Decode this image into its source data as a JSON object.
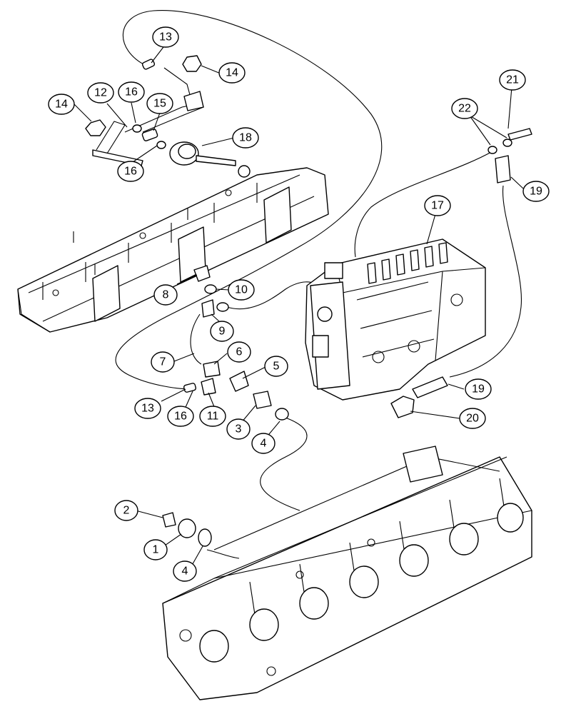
{
  "diagram": {
    "callouts": [
      {
        "id": "c-13-top",
        "label": "13"
      },
      {
        "id": "c-14-top-right",
        "label": "14"
      },
      {
        "id": "c-14-left",
        "label": "14"
      },
      {
        "id": "c-12",
        "label": "12"
      },
      {
        "id": "c-16-upper",
        "label": "16"
      },
      {
        "id": "c-15",
        "label": "15"
      },
      {
        "id": "c-18",
        "label": "18"
      },
      {
        "id": "c-16-mid",
        "label": "16"
      },
      {
        "id": "c-21",
        "label": "21"
      },
      {
        "id": "c-22",
        "label": "22"
      },
      {
        "id": "c-19-upper",
        "label": "19"
      },
      {
        "id": "c-17",
        "label": "17"
      },
      {
        "id": "c-8",
        "label": "8"
      },
      {
        "id": "c-10",
        "label": "10"
      },
      {
        "id": "c-9",
        "label": "9"
      },
      {
        "id": "c-7",
        "label": "7"
      },
      {
        "id": "c-6",
        "label": "6"
      },
      {
        "id": "c-5",
        "label": "5"
      },
      {
        "id": "c-13-lower",
        "label": "13"
      },
      {
        "id": "c-16-lower",
        "label": "16"
      },
      {
        "id": "c-11",
        "label": "11"
      },
      {
        "id": "c-3",
        "label": "3"
      },
      {
        "id": "c-4-mid",
        "label": "4"
      },
      {
        "id": "c-19-lower",
        "label": "19"
      },
      {
        "id": "c-20",
        "label": "20"
      },
      {
        "id": "c-2",
        "label": "2"
      },
      {
        "id": "c-1",
        "label": "1"
      },
      {
        "id": "c-4-lower",
        "label": "4"
      }
    ]
  }
}
